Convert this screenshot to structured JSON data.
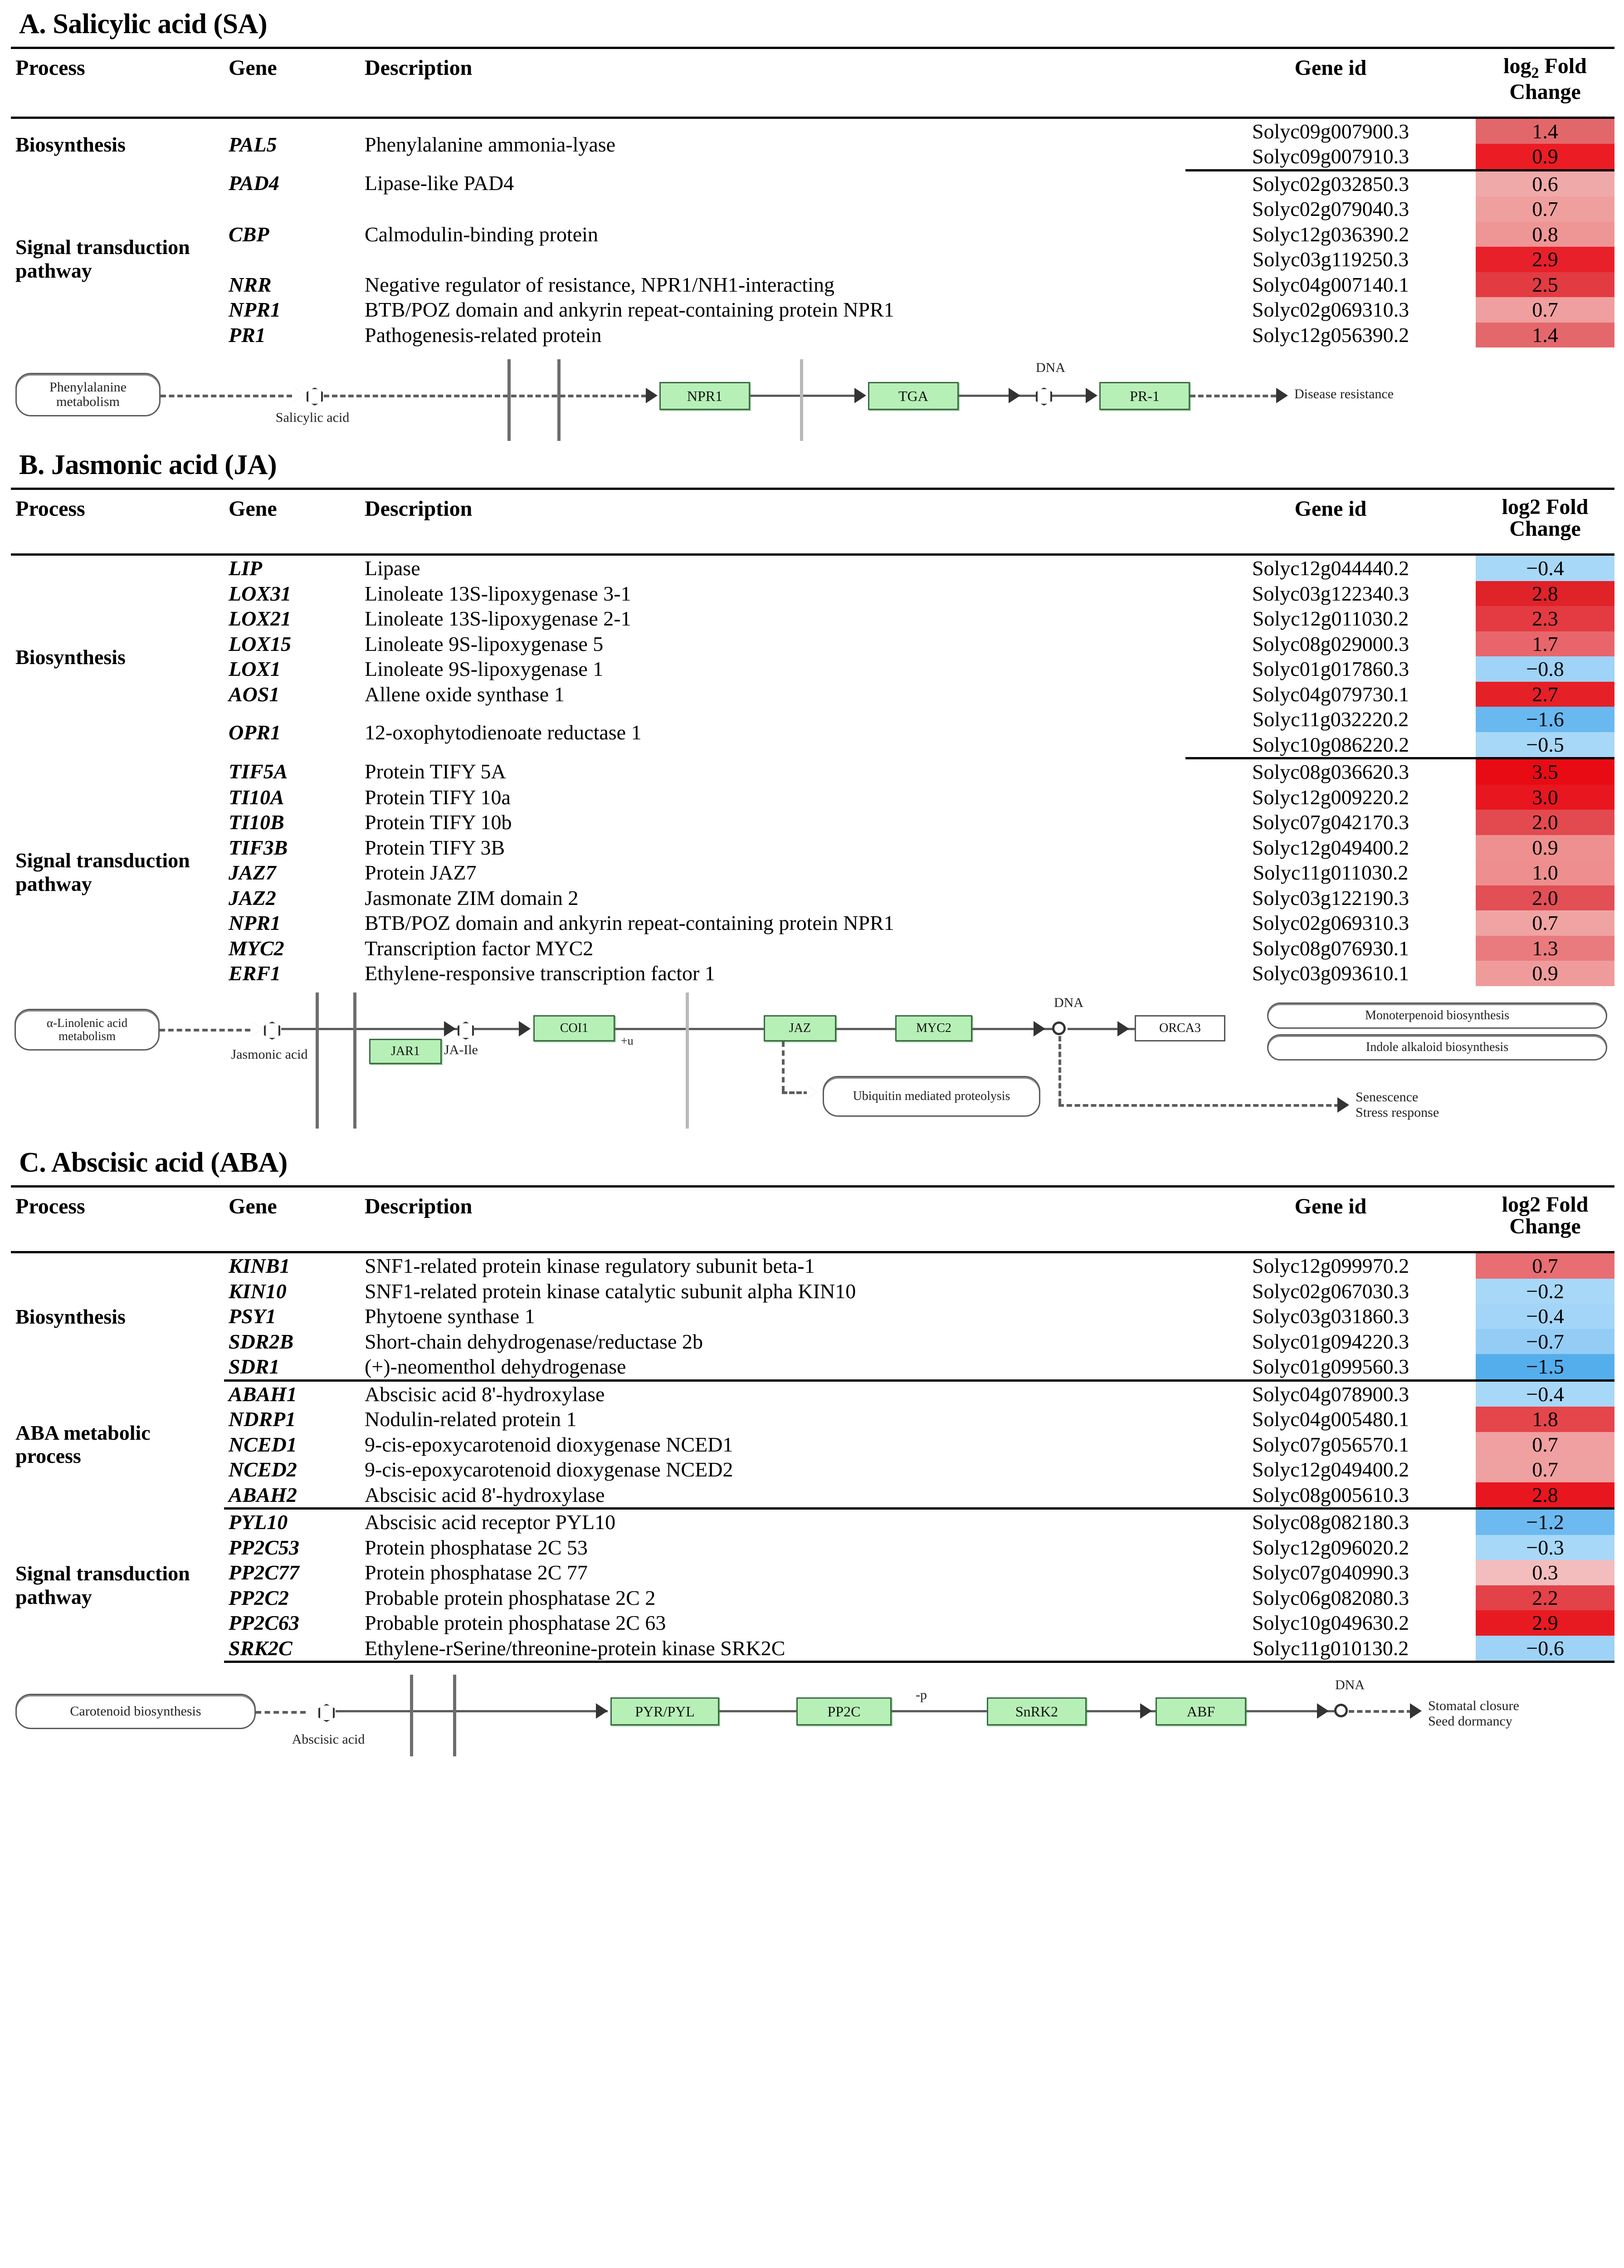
{
  "colors": {
    "red_strong": "#e8232a",
    "red_mid": "#e04a4f",
    "red_light": "#ef9a9a",
    "red_pale": "#f2b0b0",
    "blue_strong": "#4da6e8",
    "blue_mid": "#7fc4f2",
    "blue_light": "#a8d8f8",
    "node_green": "#b7f0b7"
  },
  "panels": [
    {
      "title": "A. Salicylic acid (SA)",
      "columns": {
        "process": "Process",
        "gene": "Gene",
        "description": "Description",
        "gene_id": "Gene id",
        "fold_change": "log",
        "fold_change_sub": "2",
        "fold_change_rest": " Fold Change"
      },
      "groups": [
        {
          "process": "Biosynthesis",
          "rows": [
            {
              "gene": "PAL5",
              "description": "Phenylalanine ammonia-lyase",
              "gene_id": "Solyc09g007900.3",
              "value": "1.4",
              "color": "#e2676b"
            },
            {
              "gene": "",
              "description": "",
              "gene_id": "Solyc09g007910.3",
              "value": "0.9",
              "color": "#ec1c24"
            }
          ]
        },
        {
          "process": "Signal transduction pathway",
          "rows": [
            {
              "gene": "PAD4",
              "description": "Lipase-like PAD4",
              "gene_id": "Solyc02g032850.3",
              "value": "0.6",
              "color": "#f0a9a9"
            },
            {
              "gene": "",
              "description": "",
              "gene_id": "Solyc02g079040.3",
              "value": "0.7",
              "color": "#f09f9f"
            },
            {
              "gene": "CBP",
              "description": "Calmodulin-binding protein",
              "gene_id": "Solyc12g036390.2",
              "value": "0.8",
              "color": "#ee9595"
            },
            {
              "gene": "",
              "description": "",
              "gene_id": "Solyc03g119250.3",
              "value": "2.9",
              "color": "#e8202a"
            },
            {
              "gene": "NRR",
              "description": "Negative regulator of resistance, NPR1/NH1-interacting",
              "gene_id": "Solyc04g007140.1",
              "value": "2.5",
              "color": "#e23b42"
            },
            {
              "gene": "NPR1",
              "description": "BTB/POZ domain and ankyrin repeat-containing protein NPR1",
              "gene_id": "Solyc02g069310.3",
              "value": "0.7",
              "color": "#ef9f9f"
            },
            {
              "gene": "PR1",
              "description": "Pathogenesis-related protein",
              "gene_id": "Solyc12g056390.2",
              "value": "1.4",
              "color": "#e4676c"
            }
          ]
        }
      ],
      "pathway": {
        "start_node": "Phenylalanine\nmetabolism",
        "metabolite": "Salicylic acid",
        "genes": [
          "NPR1",
          "TGA",
          "PR-1"
        ],
        "dna_label": "DNA",
        "end_label": "Disease resistance"
      }
    },
    {
      "title": "B. Jasmonic acid (JA)",
      "columns": {
        "process": "Process",
        "gene": "Gene",
        "description": "Description",
        "gene_id": "Gene id",
        "fold_change": "log2 Fold Change"
      },
      "groups": [
        {
          "process": "Biosynthesis",
          "rows": [
            {
              "gene": "LIP",
              "description": "Lipase",
              "gene_id": "Solyc12g044440.2",
              "value": "−0.4",
              "color": "#a8d8f8"
            },
            {
              "gene": "LOX31",
              "description": "Linoleate 13S-lipoxygenase 3-1",
              "gene_id": "Solyc03g122340.3",
              "value": "2.8",
              "color": "#e02229"
            },
            {
              "gene": "LOX21",
              "description": "Linoleate 13S-lipoxygenase 2-1",
              "gene_id": "Solyc12g011030.2",
              "value": "2.3",
              "color": "#e43a41"
            },
            {
              "gene": "LOX15",
              "description": "Linoleate 9S-lipoxygenase 5",
              "gene_id": "Solyc08g029000.3",
              "value": "1.7",
              "color": "#e8666b"
            },
            {
              "gene": "LOX1",
              "description": "Linoleate 9S-lipoxygenase 1",
              "gene_id": "Solyc01g017860.3",
              "value": "−0.8",
              "color": "#9fd3f7"
            },
            {
              "gene": "AOS1",
              "description": "Allene oxide synthase 1",
              "gene_id": "Solyc04g079730.1",
              "value": "2.7",
              "color": "#e52026"
            },
            {
              "gene": "OPR1",
              "description": "12-oxophytodienoate reductase 1",
              "gene_id": "Solyc11g032220.2",
              "value": "−1.6",
              "color": "#6ab8f0"
            },
            {
              "gene": "",
              "description": "",
              "gene_id": "Solyc10g086220.2",
              "value": "−0.5",
              "color": "#a8d8f8"
            }
          ]
        },
        {
          "process": "Signal transduction pathway",
          "rows": [
            {
              "gene": "TIF5A",
              "description": "Protein TIFY 5A",
              "gene_id": "Solyc08g036620.3",
              "value": "3.5",
              "color": "#e80b14"
            },
            {
              "gene": "TI10A",
              "description": "Protein TIFY 10a",
              "gene_id": "Solyc12g009220.2",
              "value": "3.0",
              "color": "#e8161e"
            },
            {
              "gene": "TI10B",
              "description": "Protein TIFY 10b",
              "gene_id": "Solyc07g042170.3",
              "value": "2.0",
              "color": "#e34a50"
            },
            {
              "gene": "TIF3B",
              "description": "Protein TIFY 3B",
              "gene_id": "Solyc12g049400.2",
              "value": "0.9",
              "color": "#ee9090"
            },
            {
              "gene": "JAZ7",
              "description": "Protein JAZ7",
              "gene_id": "Solyc11g011030.2",
              "value": "1.0",
              "color": "#ee8e8e"
            },
            {
              "gene": "JAZ2",
              "description": "Jasmonate ZIM domain 2",
              "gene_id": "Solyc03g122190.3",
              "value": "2.0",
              "color": "#e24f55"
            },
            {
              "gene": "NPR1",
              "description": "BTB/POZ domain and ankyrin repeat-containing protein NPR1",
              "gene_id": "Solyc02g069310.3",
              "value": "0.7",
              "color": "#f0a3a3"
            },
            {
              "gene": "MYC2",
              "description": "Transcription factor MYC2",
              "gene_id": "Solyc08g076930.1",
              "value": "1.3",
              "color": "#e97b7f"
            },
            {
              "gene": "ERF1",
              "description": "Ethylene-responsive transcription factor 1",
              "gene_id": "Solyc03g093610.1",
              "value": "0.9",
              "color": "#ef9b9b"
            }
          ]
        }
      ],
      "pathway": {
        "start_node": "α-Linolenic acid\nmetabolism",
        "metabolite": "Jasmonic acid",
        "genes": [
          "JAR1",
          "COI1",
          "JAZ",
          "MYC2"
        ],
        "jaile_label": "JA-Ile",
        "ubiquitin_label": "+u",
        "orca_label": "ORCA3",
        "dna_label": "DNA",
        "branch_node": "Ubiquitin mediated\nproteolysis",
        "outputs": [
          "Monoterpenoid biosynthesis",
          "Indole alkaloid biosynthesis"
        ],
        "end_label": "Senescence\nStress response"
      }
    },
    {
      "title": "C. Abscisic acid (ABA)",
      "columns": {
        "process": "Process",
        "gene": "Gene",
        "description": "Description",
        "gene_id": "Gene id",
        "fold_change": "log2 Fold Change"
      },
      "groups": [
        {
          "process": "Biosynthesis",
          "rows": [
            {
              "gene": "KINB1",
              "description": "SNF1-related protein kinase regulatory subunit beta-1",
              "gene_id": "Solyc12g099970.2",
              "value": "0.7",
              "color": "#e86e73"
            },
            {
              "gene": "KIN10",
              "description": "SNF1-related protein kinase catalytic subunit alpha KIN10",
              "gene_id": "Solyc02g067030.3",
              "value": "−0.2",
              "color": "#a8d8f8"
            },
            {
              "gene": "PSY1",
              "description": "Phytoene synthase 1",
              "gene_id": "Solyc03g031860.3",
              "value": "−0.4",
              "color": "#a3d5f8"
            },
            {
              "gene": "SDR2B",
              "description": "Short-chain dehydrogenase/reductase 2b",
              "gene_id": "Solyc01g094220.3",
              "value": "−0.7",
              "color": "#93cdf6"
            },
            {
              "gene": "SDR1",
              "description": "(+)-neomenthol dehydrogenase",
              "gene_id": "Solyc01g099560.3",
              "value": "−1.5",
              "color": "#55aeec"
            }
          ]
        },
        {
          "process": "ABA metabolic process",
          "rows": [
            {
              "gene": "ABAH1",
              "description": "Abscisic acid 8'-hydroxylase",
              "gene_id": "Solyc04g078900.3",
              "value": "−0.4",
              "color": "#a8d8f8"
            },
            {
              "gene": "NDRP1",
              "description": "Nodulin-related protein 1",
              "gene_id": "Solyc04g005480.1",
              "value": "1.8",
              "color": "#e4464c"
            },
            {
              "gene": "NCED1",
              "description": "9-cis-epoxycarotenoid dioxygenase NCED1",
              "gene_id": "Solyc07g056570.1",
              "value": "0.7",
              "color": "#f0a0a0"
            },
            {
              "gene": "NCED2",
              "description": "9-cis-epoxycarotenoid dioxygenase NCED2",
              "gene_id": "Solyc12g049400.2",
              "value": "0.7",
              "color": "#efa0a0"
            },
            {
              "gene": "ABAH2",
              "description": "Abscisic acid 8'-hydroxylase",
              "gene_id": "Solyc08g005610.3",
              "value": "2.8",
              "color": "#e8161e"
            }
          ]
        },
        {
          "process": "Signal transduction pathway",
          "rows": [
            {
              "gene": "PYL10",
              "description": "Abscisic acid receptor PYL10",
              "gene_id": "Solyc08g082180.3",
              "value": "−1.2",
              "color": "#6dbaf1"
            },
            {
              "gene": "PP2C53",
              "description": "Protein phosphatase 2C 53",
              "gene_id": "Solyc12g096020.2",
              "value": "−0.3",
              "color": "#a8d8f8"
            },
            {
              "gene": "PP2C77",
              "description": "Protein phosphatase 2C 77",
              "gene_id": "Solyc07g040990.3",
              "value": "0.3",
              "color": "#f3bdbd"
            },
            {
              "gene": "PP2C2",
              "description": "Probable protein phosphatase 2C 2",
              "gene_id": "Solyc06g082080.3",
              "value": "2.2",
              "color": "#e34248"
            },
            {
              "gene": "PP2C63",
              "description": "Probable protein phosphatase 2C 63",
              "gene_id": "Solyc10g049630.2",
              "value": "2.9",
              "color": "#e81a21"
            },
            {
              "gene": "SRK2C",
              "description": "Ethylene-rSerine/threonine-protein kinase SRK2C",
              "gene_id": "Solyc11g010130.2",
              "value": "−0.6",
              "color": "#9ed3f7"
            }
          ]
        }
      ],
      "pathway": {
        "start_node": "Carotenoid biosynthesis",
        "metabolite": "Abscisic acid",
        "genes": [
          "PYR/PYL",
          "PP2C",
          "SnRK2",
          "ABF"
        ],
        "phos_label": "-p",
        "dna_label": "DNA",
        "end_label": "Stomatal closure\nSeed dormancy"
      }
    }
  ]
}
